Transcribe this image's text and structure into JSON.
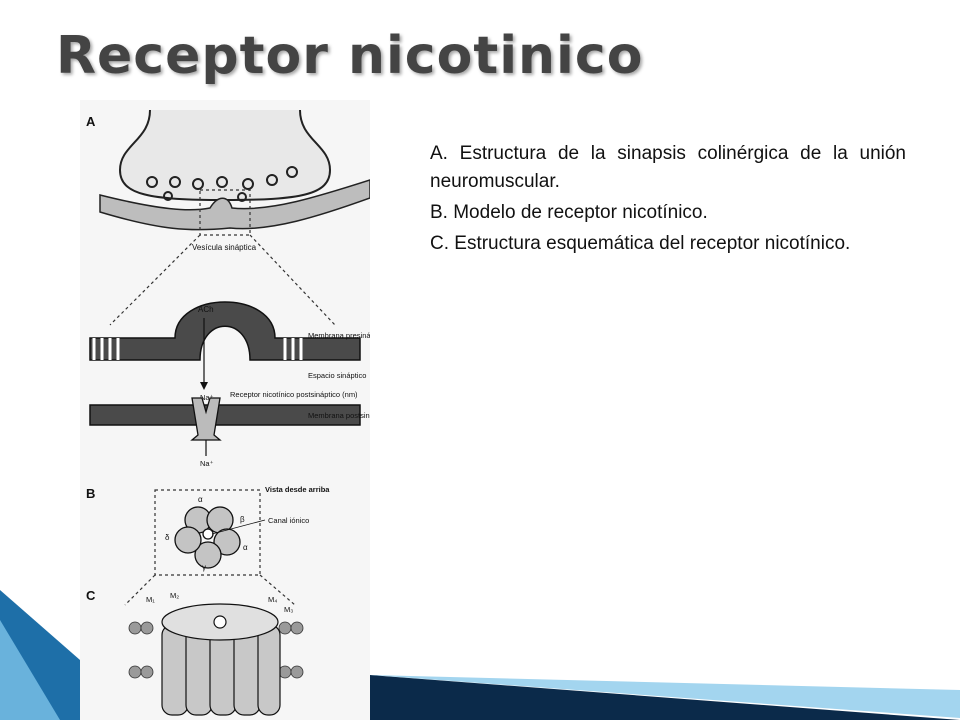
{
  "slide": {
    "title": "Receptor nicotinico"
  },
  "caption": {
    "lines": [
      "A. Estructura de la sinapsis colinérgica de la unión neuromuscular.",
      "B. Modelo de receptor nicotínico.",
      "C. Estructura esquemática del receptor nicotínico."
    ]
  },
  "figure": {
    "panels": [
      "A",
      "B",
      "C"
    ],
    "labels": {
      "vesicula": "Vesícula sináptica",
      "ach": "ACh",
      "membrana_pre": "Membrana presináptica",
      "espacio": "Espacio sináptico",
      "na_in": "Na⁺",
      "receptor": "Receptor nicotínico postsináptico (nm)",
      "membrana_post": "Membrana postsináptica",
      "na_out": "Na⁺",
      "vista": "Vista desde arriba",
      "canal": "Canal iónico",
      "subunits": [
        "α",
        "β",
        "δ",
        "α",
        "γ"
      ],
      "m_labels": [
        "M₁",
        "M₂",
        "M₄",
        "M₃"
      ]
    }
  },
  "colors": {
    "title": "#444444",
    "accent_dark": "#0b2a4a",
    "accent_mid": "#1e6fa8",
    "accent_light": "#7cc3e8"
  }
}
